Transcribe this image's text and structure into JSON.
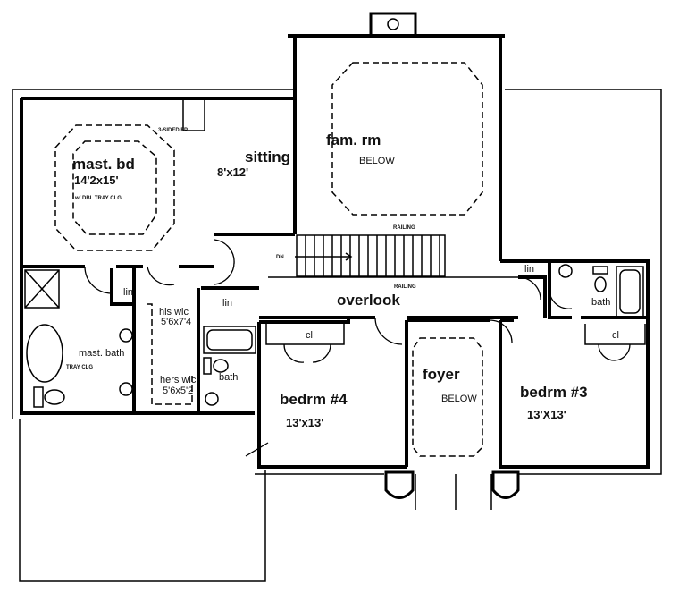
{
  "rooms": {
    "master_bedroom": {
      "name": "mast. bd",
      "size": "14'2x15'",
      "note": "w/ DBL TRAY CLG"
    },
    "fireplace": "3-SIDED FP",
    "sitting": {
      "name": "sitting",
      "size": "8'x12'"
    },
    "family_room": {
      "name": "fam. rm",
      "note": "BELOW"
    },
    "stair": {
      "direction": "DN",
      "railing_top": "RAILING",
      "railing_bottom": "RAILING"
    },
    "overlook": "overlook",
    "linen_1": "lin",
    "linen_2": "lin",
    "linen_3": "lin",
    "his_wic": {
      "name": "his wic",
      "size": "5'6x7'4"
    },
    "hers_wic": {
      "name": "hers wic",
      "size": "5'6x5'2"
    },
    "master_bath": {
      "name": "mast. bath",
      "note": "TRAY CLG"
    },
    "bath_1": "bath",
    "bath_2": "bath",
    "closet_1": "cl",
    "closet_2": "cl",
    "bedroom_4": {
      "name": "bedrm #4",
      "size": "13'x13'"
    },
    "foyer": {
      "name": "foyer",
      "note": "BELOW"
    },
    "bedroom_3": {
      "name": "bedrm #3",
      "size": "13'X13'"
    }
  }
}
